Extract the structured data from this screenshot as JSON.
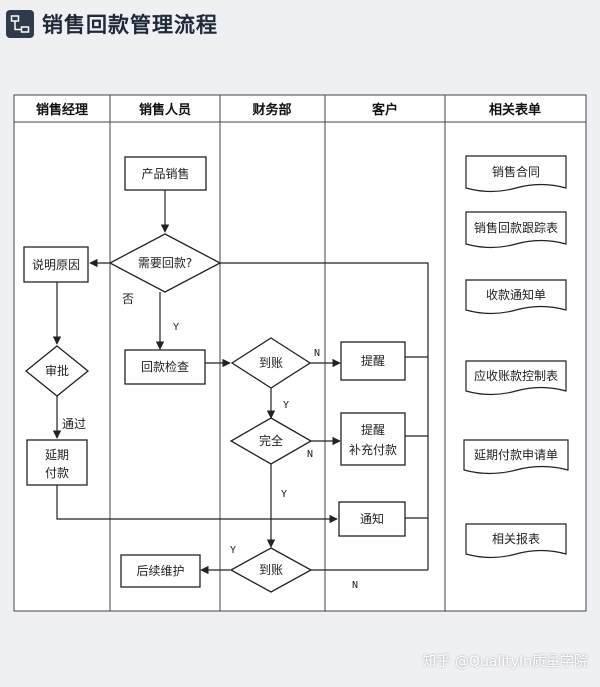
{
  "title": "销售回款管理流程",
  "watermark": "知乎 @QualityIn质量学院",
  "lanes": [
    "销售经理",
    "销售人员",
    "财务部",
    "客户",
    "相关表单"
  ],
  "nodes": {
    "product_sales": "产品销售",
    "need_payment": "需要回款?",
    "explain_reason": "说明原因",
    "approve": "审批",
    "extend_payment_line1": "延期",
    "extend_payment_line2": "付款",
    "payment_check": "回款检查",
    "arrived_1": "到账",
    "complete": "完全",
    "arrived_2": "到账",
    "remind": "提醒",
    "remind_supplement_line1": "提醒",
    "remind_supplement_line2": "补充付款",
    "notify": "通知",
    "follow_up": "后续维护"
  },
  "edge_labels": {
    "no_payment": "否",
    "yes_check": "Y",
    "approved": "通过",
    "arrived1_n": "N",
    "arrived1_y": "Y",
    "complete_n": "N",
    "complete_y": "Y",
    "arrived2_y": "Y",
    "arrived2_n": "N"
  },
  "forms": [
    "销售合同",
    "销售回款跟踪表",
    "收款通知单",
    "应收账款控制表",
    "延期付款申请单",
    "相关报表"
  ]
}
